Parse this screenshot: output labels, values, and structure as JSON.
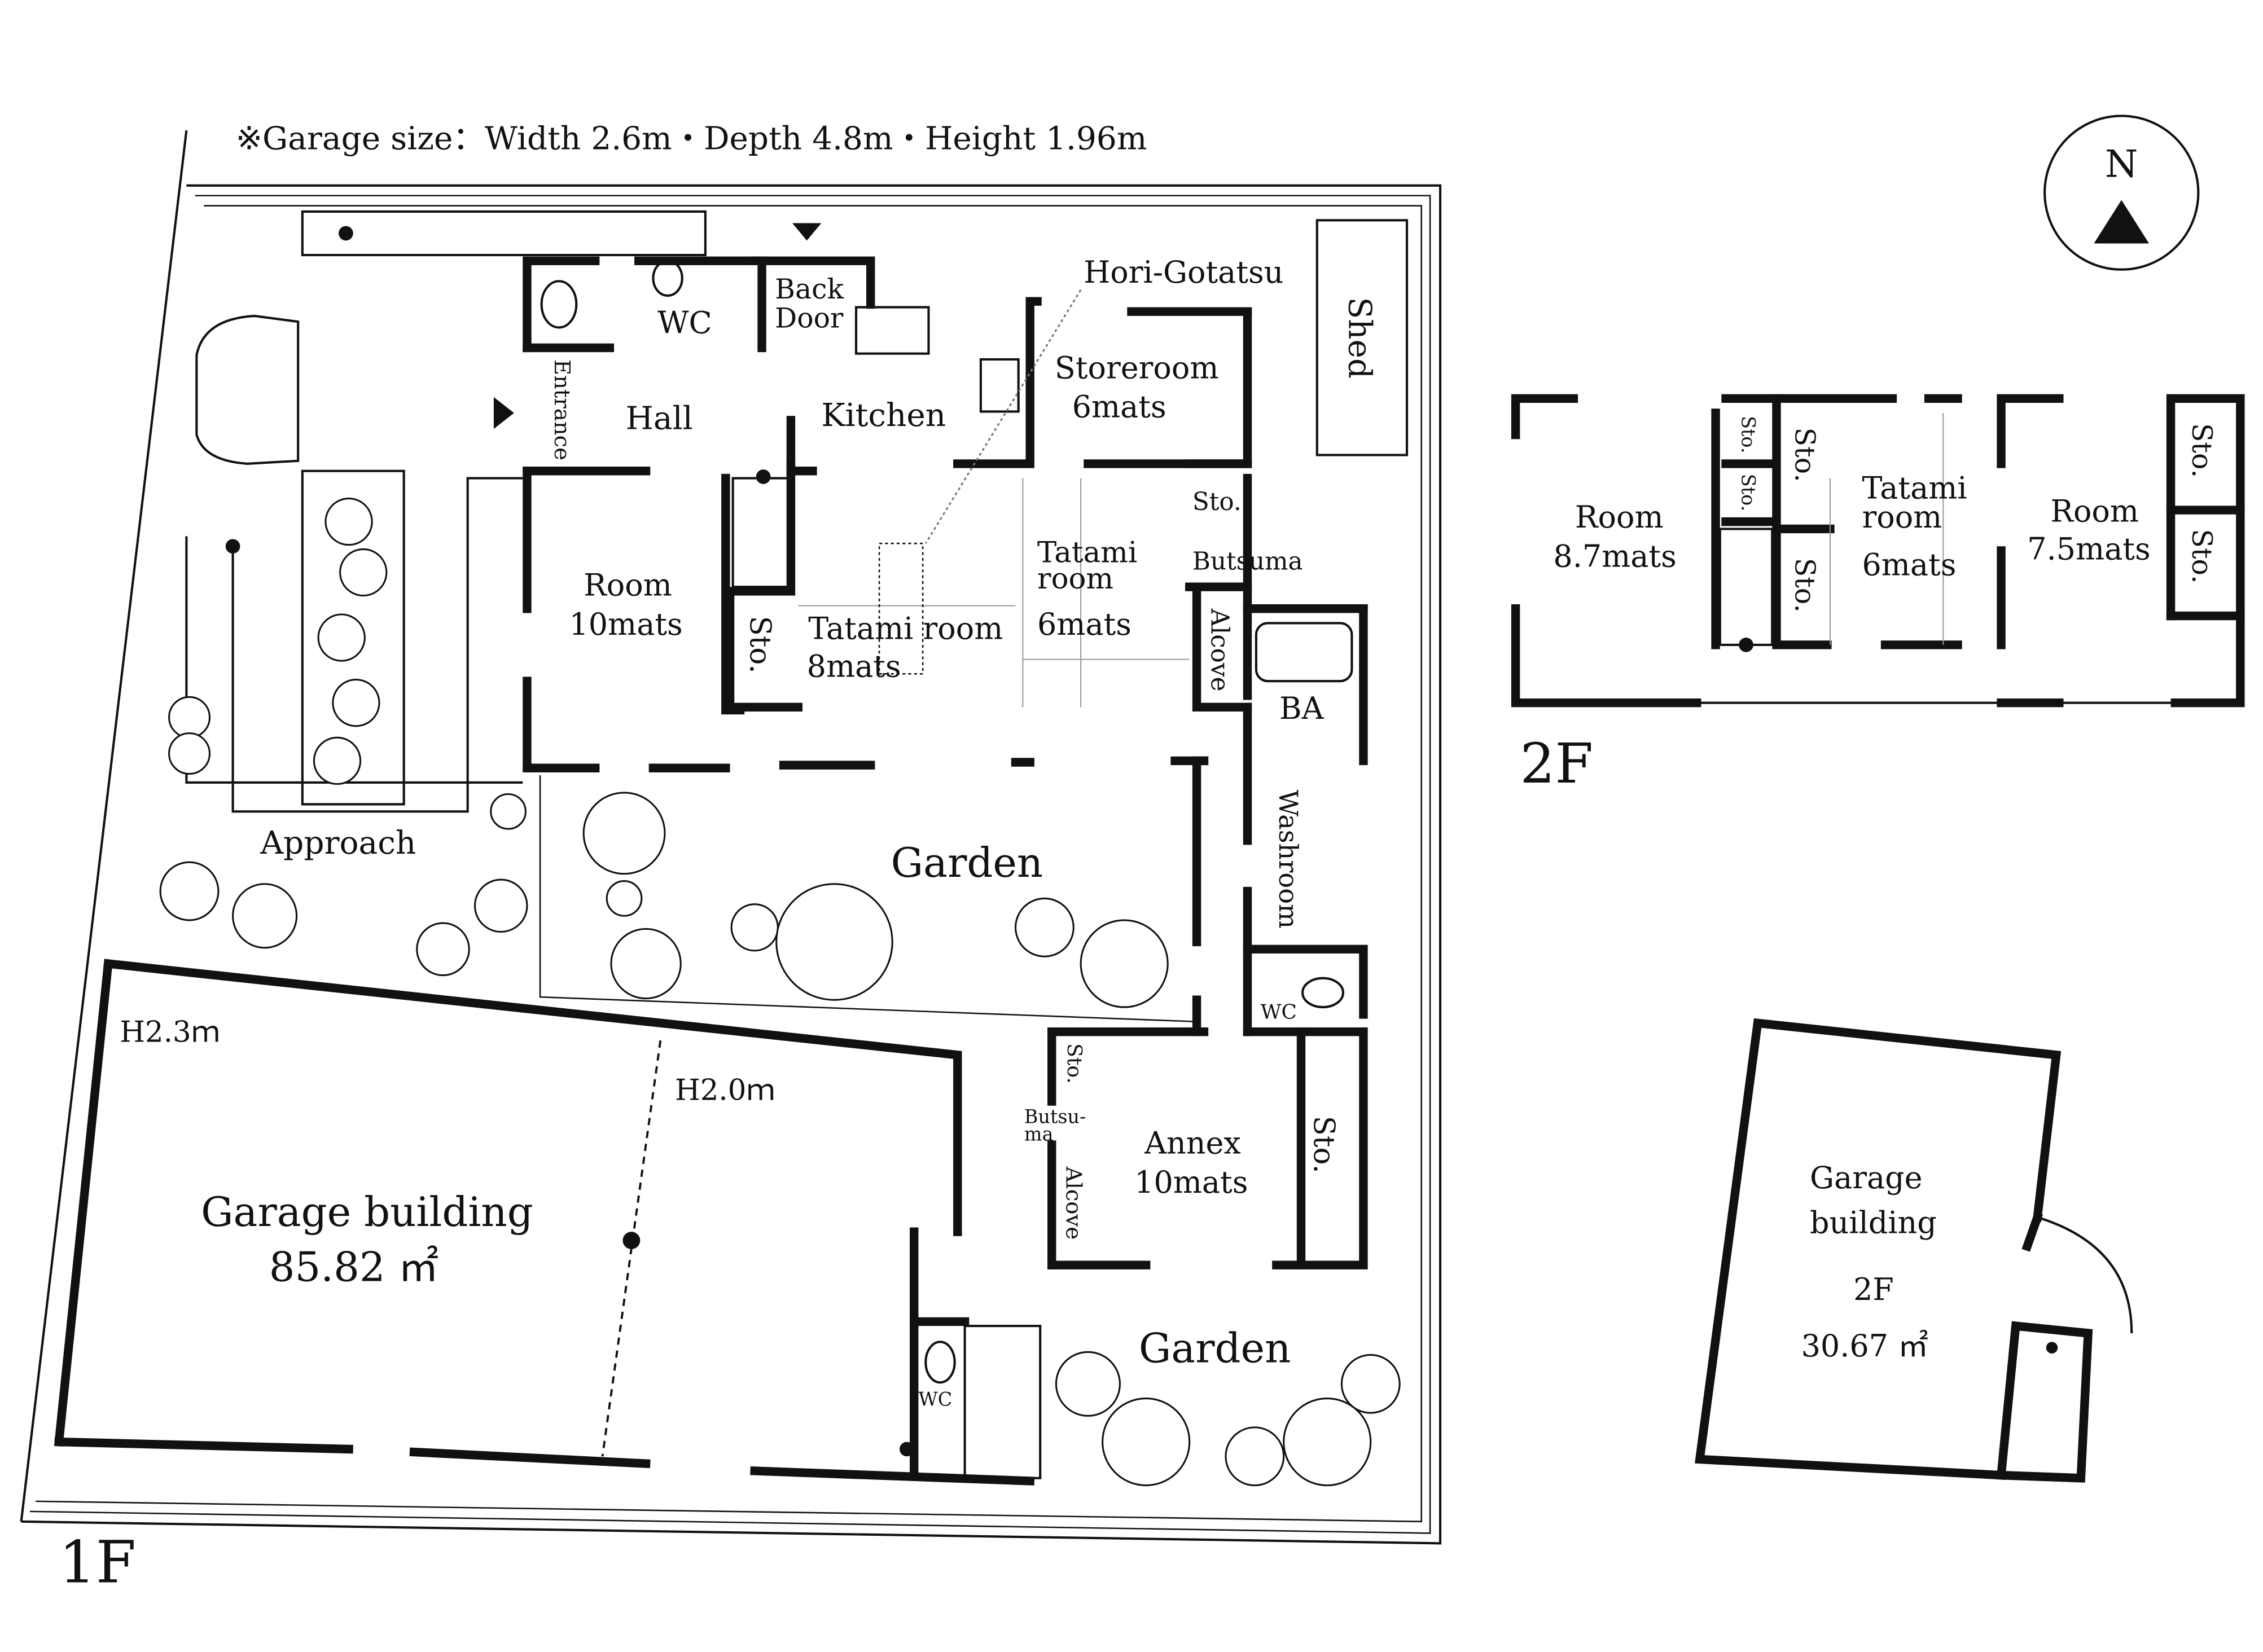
{
  "note": "※Garage size：Width 2.6m・Depth 4.8m・Height 1.96m",
  "compass": {
    "label": "N",
    "icon": "north-arrow-icon"
  },
  "floor1": {
    "label": "1F",
    "rooms": {
      "hori_gotatsu": "Hori-Gotatsu",
      "back_door_1": "Back",
      "back_door_2": "Door",
      "wc_main": "WC",
      "shed": "Shed",
      "entrance": "Entrance",
      "hall": "Hall",
      "kitchen": "Kitchen",
      "storeroom_1": "Storeroom",
      "storeroom_2": "6mats",
      "sto_butsuma": "Sto.",
      "butsuma": "Butsuma",
      "tatami6_1": "Tatami",
      "tatami6_2": "room",
      "tatami6_3": "6mats",
      "room10_1": "Room",
      "room10_2": "10mats",
      "sto_tatami8": "Sto.",
      "tatami8_1": "Tatami room",
      "tatami8_2": "8mats",
      "alcove_main": "Alcove",
      "ba": "BA",
      "washroom": "Washroom",
      "approach": "Approach",
      "garden_main": "Garden",
      "wc_annex": "WC",
      "h23": "H2.3ｍ",
      "h20": "H2.0ｍ",
      "sto_annex_top": "Sto.",
      "butsuma_annex_1": "Butsu-",
      "butsuma_annex_2": "ma",
      "annex_1": "Annex",
      "annex_2": "10mats",
      "sto_annex_right": "Sto.",
      "alcove_annex": "Alcove",
      "garage_1": "Garage building",
      "garage_2": "85.82 ㎡",
      "wc_garage": "WC",
      "garden_south": "Garden"
    }
  },
  "floor2": {
    "label": "2F",
    "rooms": {
      "room87_1": "Room",
      "room87_2": "8.7mats",
      "sto_a": "Sto.",
      "sto_b": "Sto.",
      "sto_c": "Sto.",
      "sto_d": "Sto.",
      "tatami_1": "Tatami",
      "tatami_2": "room",
      "tatami_3": "6mats",
      "room75_1": "Room",
      "room75_2": "7.5mats",
      "sto_e": "Sto.",
      "sto_f": "Sto."
    }
  },
  "garage2f": {
    "line1": "Garage",
    "line2": "building",
    "line3": "2F",
    "line4": "30.67 ㎡"
  }
}
